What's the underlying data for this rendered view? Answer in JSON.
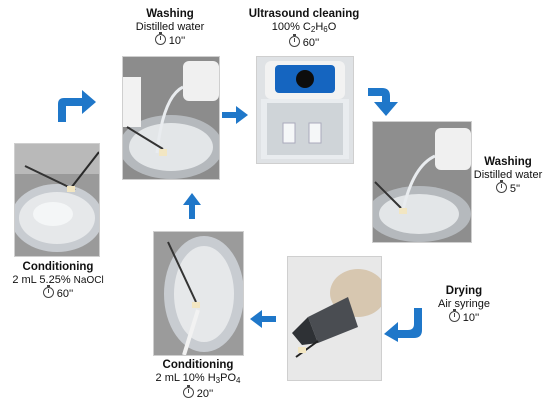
{
  "steps": {
    "washing1": {
      "title": "Washing",
      "line1": "Distilled water",
      "time": "10''"
    },
    "ultrasound": {
      "title": "Ultrasound cleaning",
      "line1_pre": "100% C",
      "sub1": "2",
      "mid1": "H",
      "sub2": "6",
      "line1_post": "O",
      "time": "60''"
    },
    "washing2": {
      "title": "Washing",
      "line1": "Distilled water",
      "time": "5''"
    },
    "drying": {
      "title": "Drying",
      "line1": "Air syringe",
      "time": "10''"
    },
    "conditioning_h3po4": {
      "title": "Conditioning",
      "line1_pre": "2 mL 10% H",
      "sub1": "3",
      "mid1": "PO",
      "sub2": "4",
      "time": "20''"
    },
    "conditioning_naocl": {
      "title": "Conditioning",
      "line1_pre": "2 mL 5.25% ",
      "line1_small": "NaOCl",
      "time": "60''"
    }
  },
  "colors": {
    "arrow": "#1f77c9",
    "ultrasound_panel": "#1565c0"
  },
  "icons": [
    "timer-icon",
    "curved-arrow-icon",
    "straight-arrow-icon"
  ]
}
